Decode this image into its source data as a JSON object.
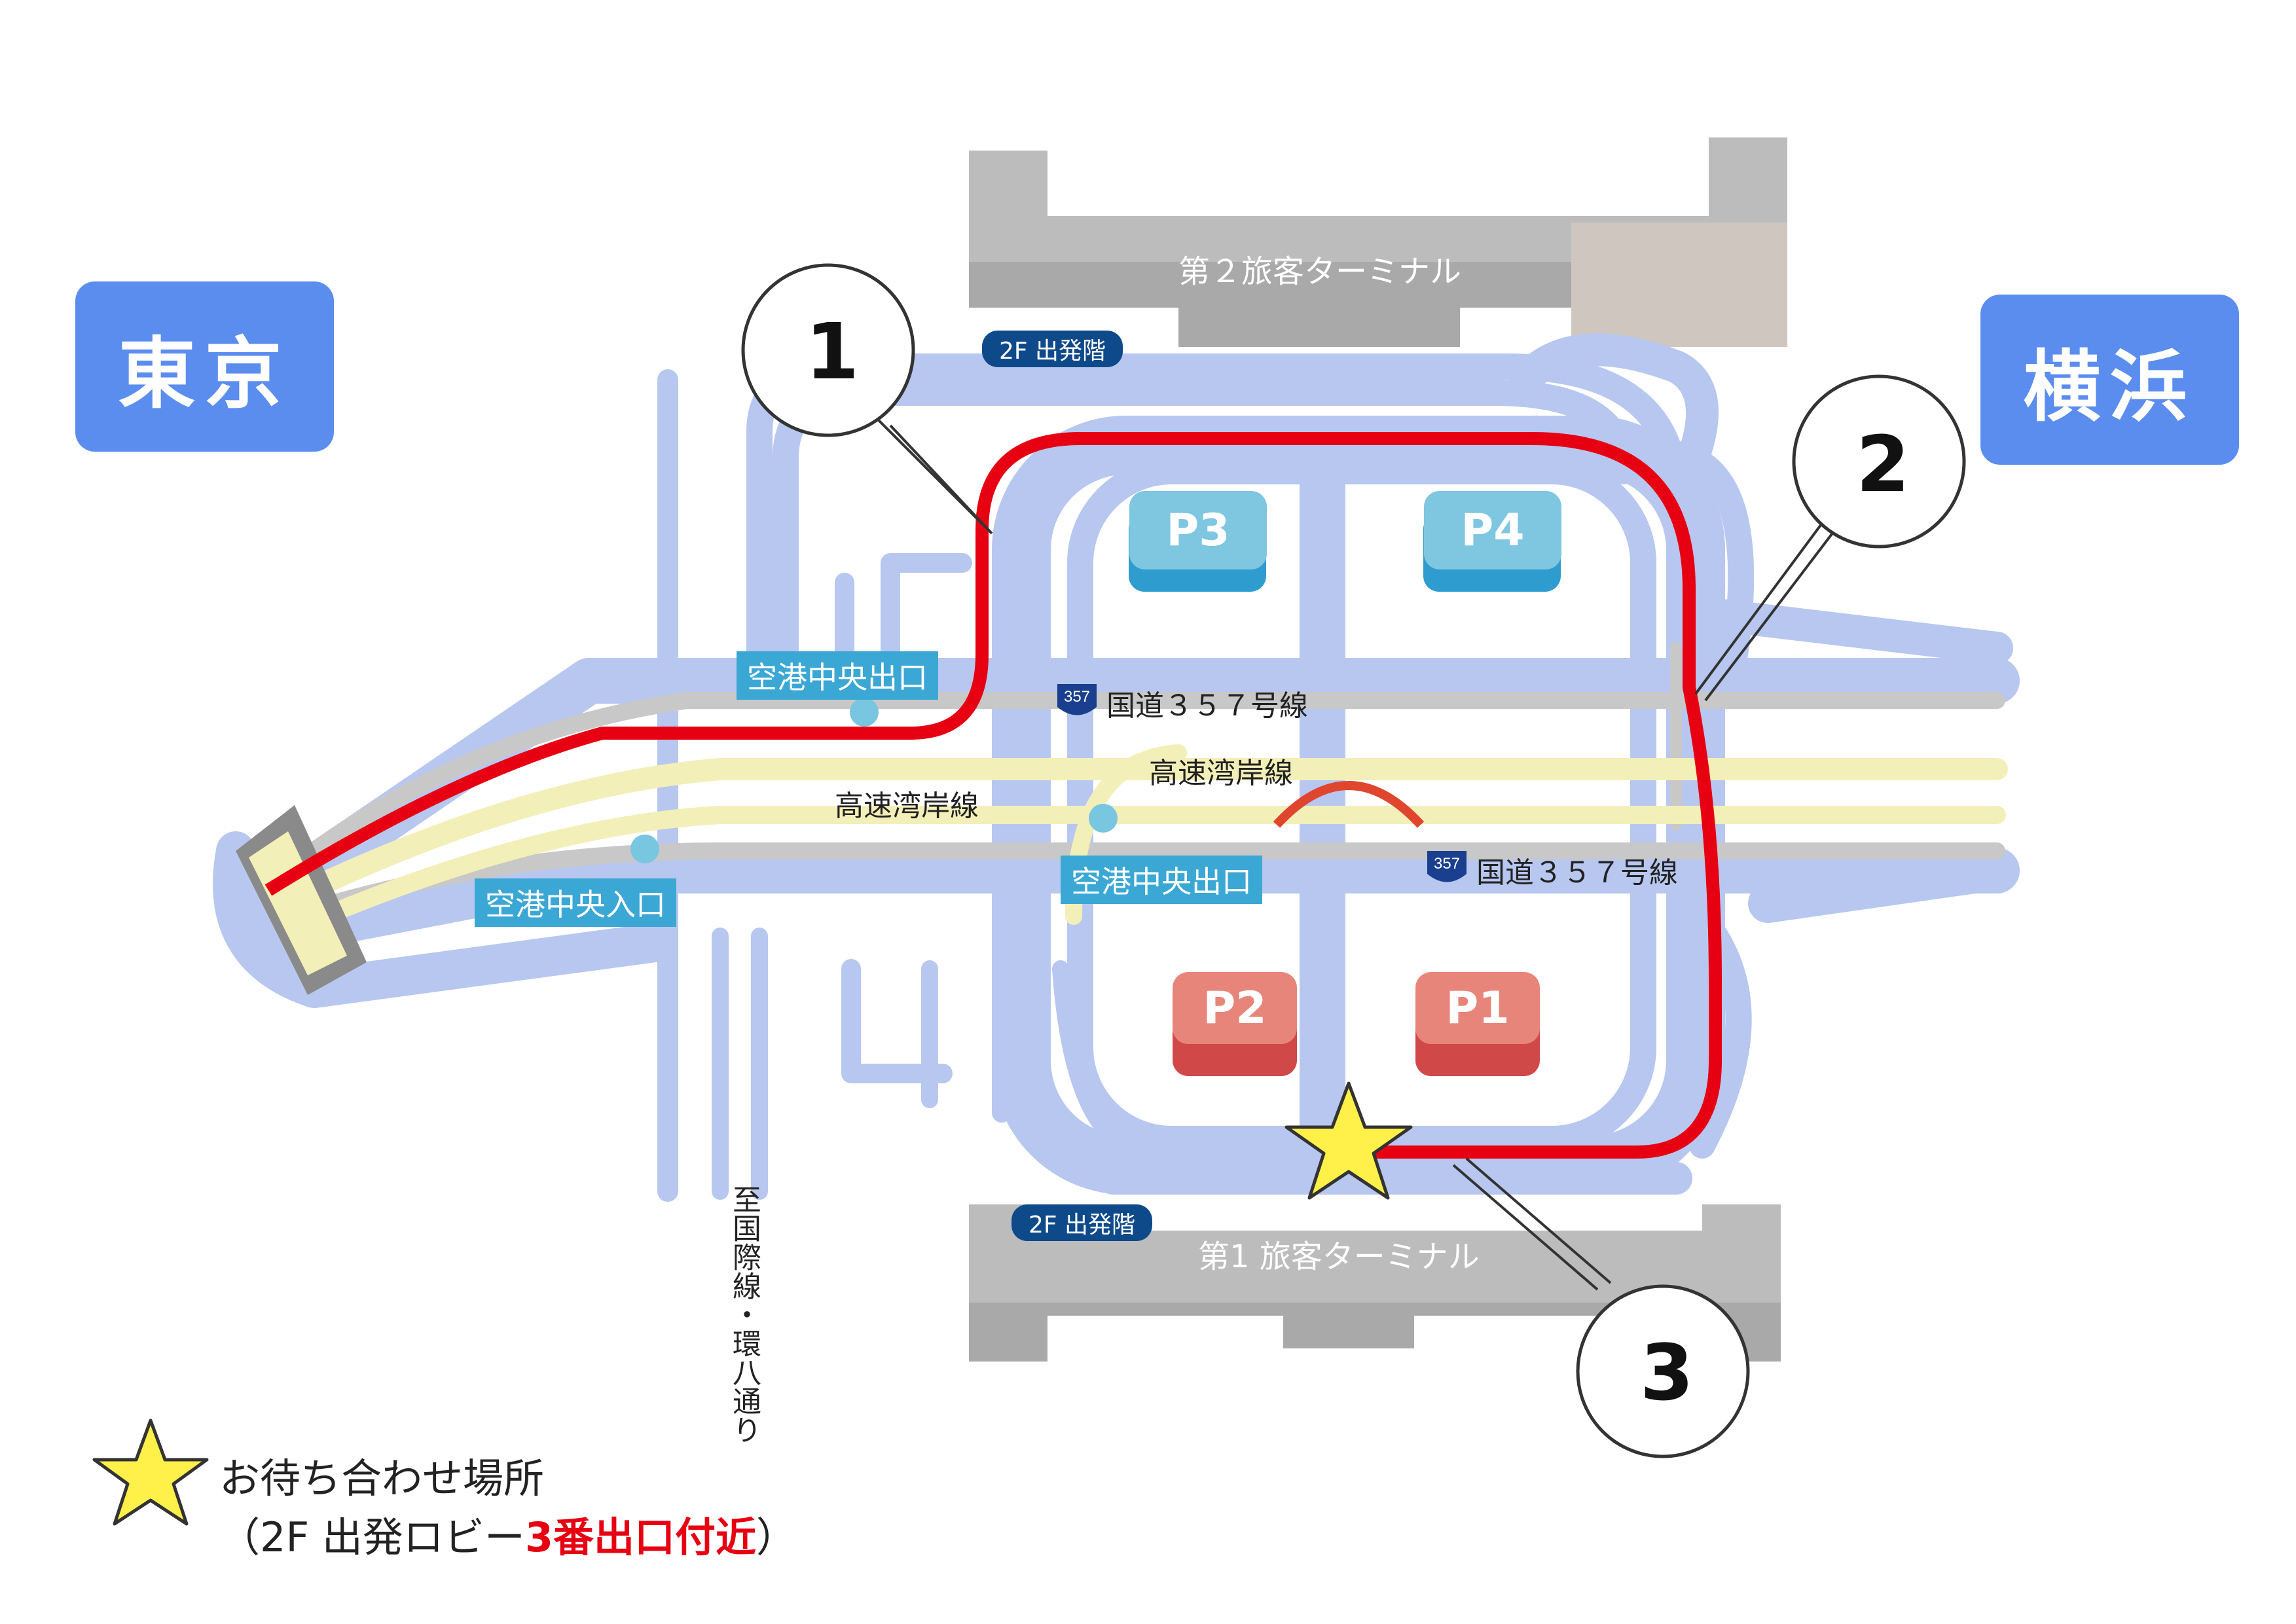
{
  "cities": {
    "left": "東京",
    "right": "横浜"
  },
  "terminals": {
    "t2": "第２旅客ターミナル",
    "t1": "第1 旅客ターミナル"
  },
  "floor_labels": {
    "t2": "2F 出発階",
    "t1": "2F 出発階"
  },
  "exits": {
    "central_exit_top": "空港中央出口",
    "central_exit_mid": "空港中央出口",
    "central_entrance": "空港中央入口"
  },
  "roads": {
    "route357_top": "国道３５７号線",
    "route357_bottom": "国道３５７号線",
    "wangan_left": "高速湾岸線",
    "wangan_mid": "高速湾岸線",
    "shield_num": "357",
    "vertical": "至国際線・環八通り"
  },
  "parking": [
    "P3",
    "P4",
    "P2",
    "P1"
  ],
  "callouts": [
    "1",
    "2",
    "3"
  ],
  "legend": {
    "line1": "お待ち合わせ場所",
    "line2_prefix": "（2F 出発ロビー",
    "line2_highlight": "3番出口付近",
    "line2_suffix": "）"
  },
  "colors": {
    "road": "#b7c7f0",
    "route": "#e60012",
    "highway": "#f3efb8",
    "gray_road": "#c8c8c8",
    "blue_box": "#5b8def",
    "exit_box": "#3ba7d4",
    "floor_badge": "#0e4a8a",
    "parking_blue": "#7fc6e0",
    "parking_red": "#e8857a",
    "star": "#fff04a"
  },
  "icons": {
    "star": "star-icon",
    "route_shield": "route-357-shield-icon"
  }
}
